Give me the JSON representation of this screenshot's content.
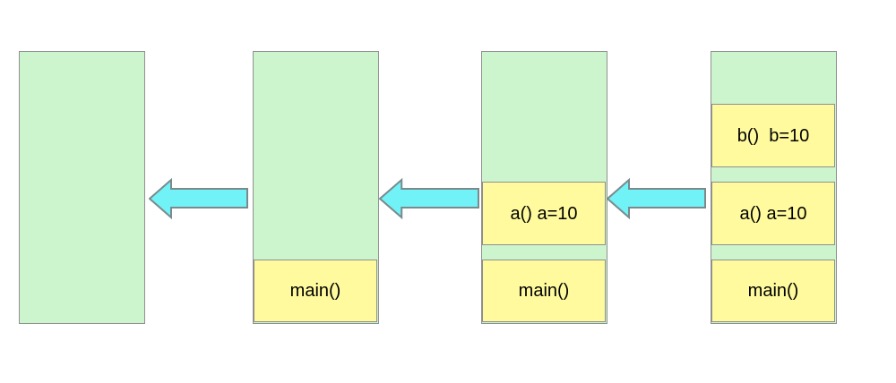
{
  "diagram": {
    "description_colors": {
      "stack_fill": "#CDF5CD",
      "stack_border": "#909090",
      "frame_fill": "#FFFA9D",
      "frame_border": "#8F8F8F",
      "arrow_fill": "#71F2F7",
      "arrow_border": "#7A8A8C",
      "text_color": "#000000",
      "canvas_bg": "#FFFFFF"
    },
    "columns": [
      {
        "name": "stack-column-1",
        "frames": []
      },
      {
        "name": "stack-column-2",
        "frames": [
          {
            "label": "main()"
          }
        ]
      },
      {
        "name": "stack-column-3",
        "frames": [
          {
            "label": "a() a=10"
          },
          {
            "label": "main()"
          }
        ]
      },
      {
        "name": "stack-column-4",
        "frames": [
          {
            "label": "b()  b=10"
          },
          {
            "label": "a() a=10"
          },
          {
            "label": "main()"
          }
        ]
      }
    ],
    "arrows": [
      {
        "name": "left-arrow-1",
        "direction": "left"
      },
      {
        "name": "left-arrow-2",
        "direction": "left"
      },
      {
        "name": "left-arrow-3",
        "direction": "left"
      }
    ]
  }
}
